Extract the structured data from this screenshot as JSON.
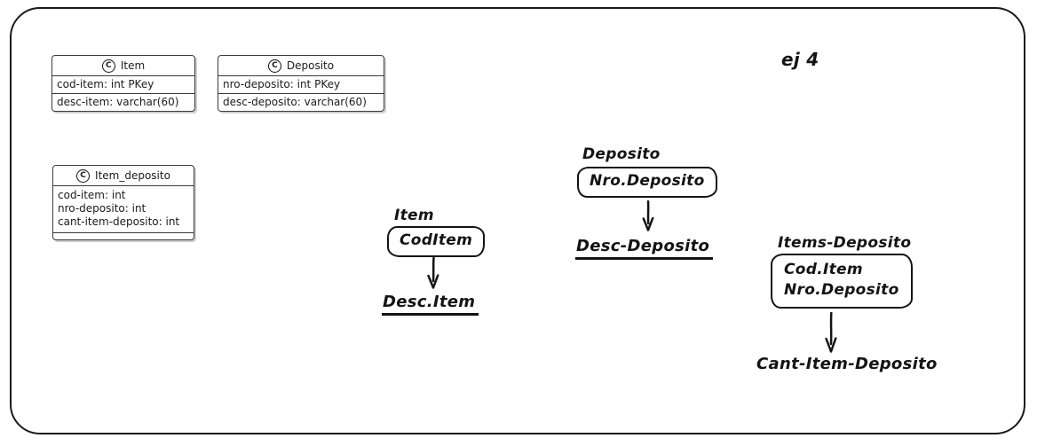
{
  "page": {
    "background": "#ffffff",
    "ink": "#1a1a1a"
  },
  "annotation": {
    "exercise_label": "ej 4"
  },
  "uml": {
    "icon_letter": "C",
    "classes": [
      {
        "name": "Item",
        "rows": [
          "cod-item: int PKey",
          "desc-item: varchar(60)"
        ]
      },
      {
        "name": "Deposito",
        "rows": [
          "nro-deposito: int PKey",
          "desc-deposito: varchar(60)"
        ]
      },
      {
        "name": "Item_deposito",
        "rows": [
          "cod-item: int",
          "nro-deposito: int",
          "cant-item-deposito: int"
        ]
      }
    ]
  },
  "fd": [
    {
      "entity": "Item",
      "keys": [
        "CodItem"
      ],
      "dependent": "Desc.Item",
      "dependent_underlined": true
    },
    {
      "entity": "Deposito",
      "keys": [
        "Nro.Deposito"
      ],
      "dependent": "Desc-Deposito",
      "dependent_underlined": true
    },
    {
      "entity": "Items-Deposito",
      "keys": [
        "Cod.Item",
        "Nro.Deposito"
      ],
      "dependent": "Cant-Item-Deposito",
      "dependent_underlined": false
    }
  ]
}
